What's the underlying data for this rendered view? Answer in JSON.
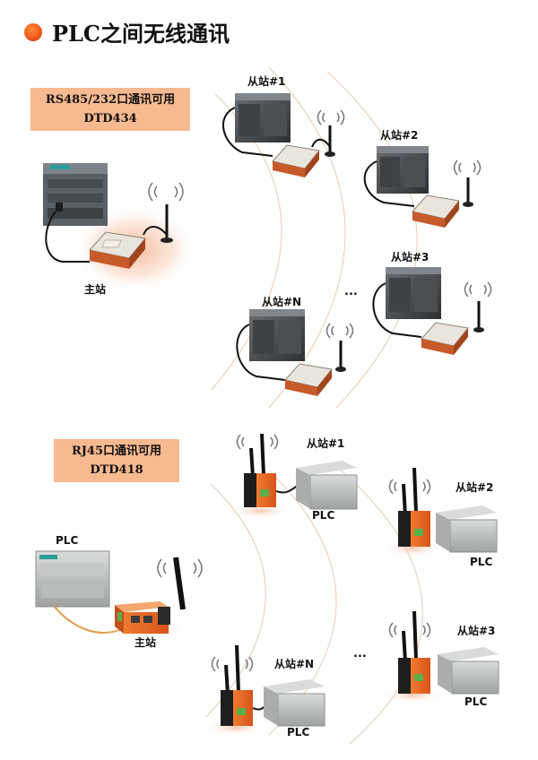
{
  "title": "PLC之间无线通讯",
  "section1": {
    "box_line1": "RS485/232口通讯可用",
    "box_line2": "DTD434",
    "master": "主站",
    "slaves": [
      "从站#1",
      "从站#2",
      "从站#3",
      "从站#N"
    ],
    "ellipsis": "..."
  },
  "section2": {
    "box_line1": "RJ45口通讯可用",
    "box_line2": "DTD418",
    "master": "主站",
    "master_plc": "PLC",
    "slaves": [
      "从站#1",
      "从站#2",
      "从站#3",
      "从站#N"
    ],
    "slave_plc": "PLC",
    "ellipsis": "..."
  },
  "colors": {
    "accent": "#f15a1a",
    "label_bg": "#f7b98f",
    "radio_wave": "#e9b089",
    "router_orange": "#e8621e"
  },
  "icons": [
    "bullet-dot-icon",
    "plc-module-icon",
    "radio-modem-icon",
    "antenna-icon",
    "router-icon",
    "signal-wave-icon"
  ]
}
